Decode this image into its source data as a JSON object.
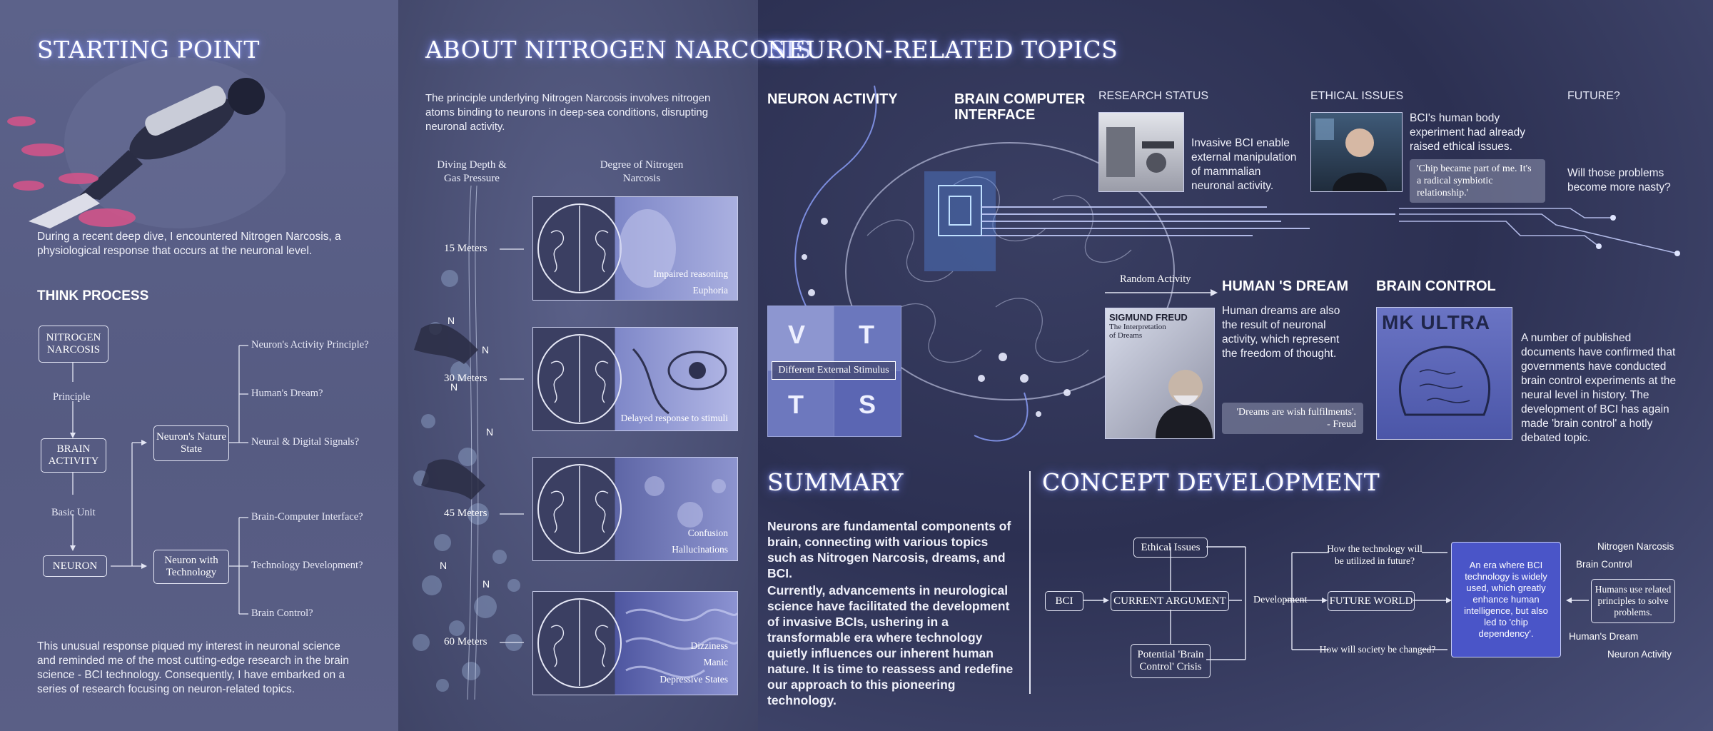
{
  "starting_point": {
    "title": "STARTING POINT",
    "intro": "During a recent deep dive, I encountered Nitrogen Narcosis, a physiological response that occurs at the neuronal level.",
    "think_title": "THINK PROCESS",
    "nodes": {
      "nitrogen": "NITROGEN NARCOSIS",
      "principle": "Principle",
      "brain": "BRAIN ACTIVITY",
      "basic": "Basic Unit",
      "neuron": "NEURON",
      "nature": "Neuron's Nature State",
      "tech": "Neuron with Technology"
    },
    "questions_top": [
      "Neuron's Activity Principle?",
      "Human's Dream?",
      "Neural & Digital Signals?"
    ],
    "questions_bottom": [
      "Brain-Computer Interface?",
      "Technology Development?",
      "Brain Control?"
    ],
    "outro": "This unusual response piqued my interest in neuronal science and reminded me of the most cutting-edge research in the brain science - BCI technology. Consequently, I have embarked on a series of research focusing on neuron-related topics."
  },
  "narcosis": {
    "title": "ABOUT NITROGEN NARCOSIS",
    "intro": "The principle underlying Nitrogen Narcosis involves nitrogen atoms binding to neurons in deep-sea conditions, disrupting neuronal activity.",
    "col_left": "Diving Depth & Gas Pressure",
    "col_right": "Degree of Nitrogen Narcosis",
    "n_label": "N",
    "rows": [
      {
        "depth": "15 Meters",
        "effects": [
          "Impaired reasoning",
          "Euphoria"
        ]
      },
      {
        "depth": "30 Meters",
        "effects": [
          "Delayed response to stimuli"
        ]
      },
      {
        "depth": "45 Meters",
        "effects": [
          "Confusion",
          "Hallucinations"
        ]
      },
      {
        "depth": "60 Meters",
        "effects": [
          "Dizziness",
          "Manic",
          "Depressive States"
        ]
      }
    ]
  },
  "neuron_topics": {
    "title": "NEURON-RELATED TOPICS",
    "neuron_activity": "NEURON ACTIVITY",
    "bci": "BRAIN COMPUTER INTERFACE",
    "stimulus": "Different External Stimulus",
    "stimulus_letters": [
      "V",
      "T",
      "T",
      "S"
    ],
    "research_status": "RESEARCH STATUS",
    "research_text": "Invasive BCI enable external manipulation of mammalian neuronal activity.",
    "ethical_title": "ETHICAL ISSUES",
    "ethical_text": "BCI's human body experiment had already raised ethical issues.",
    "ethical_quote": "'Chip became part of me. It's a radical symbiotic relationship.'",
    "future_title": "FUTURE?",
    "future_text": "Will those problems become more nasty?",
    "random_activity": "Random Activity",
    "dream_title": "HUMAN 'S DREAM",
    "dream_text": "Human dreams are also the result of neuronal activity, which represent the freedom of thought.",
    "dream_quote": "'Dreams are wish fulfilments'.",
    "dream_author": "- Freud",
    "book_line1": "SIGMUND FREUD",
    "book_line2": "The Interpretation of Dreams",
    "control_title": "BRAIN CONTROL",
    "mk_ultra": "MK ULTRA",
    "control_text": "A number of published documents have confirmed that governments have conducted brain control experiments at the neural level in history. The development of BCI has again made 'brain control' a hotly debated topic."
  },
  "summary": {
    "title": "SUMMARY",
    "p1": "Neurons are fundamental components of brain, connecting with various topics such as Nitrogen Narcosis, dreams, and BCI.",
    "p2": "Currently, advancements in neurological science have facilitated the development of invasive BCIs, ushering in a transformable era where technology quietly influences our inherent human nature. It is time to reassess and redefine our approach to this pioneering technology."
  },
  "concept": {
    "title": "CONCEPT DEVELOPMENT",
    "bci": "BCI",
    "ethical": "Ethical Issues",
    "current": "CURRENT ARGUMENT",
    "crisis": "Potential 'Brain Control' Crisis",
    "development": "Development",
    "q_top": "How the technology will be utilized in future?",
    "q_bottom": "How will society be changed?",
    "future_world": "FUTURE WORLD",
    "era": "An era where BCI technology is widely used, which greatly enhance human intelligence, but also led to 'chip dependency'.",
    "humans": "Humans use related principles to solve problems.",
    "tags": [
      "Nitrogen Narcosis",
      "Brain Control",
      "Human's Dream",
      "Neuron Activity"
    ]
  },
  "colors": {
    "accent_glow": "#7f8cff",
    "era_box": "#4a55c8",
    "panel_left": "#5c628a"
  }
}
